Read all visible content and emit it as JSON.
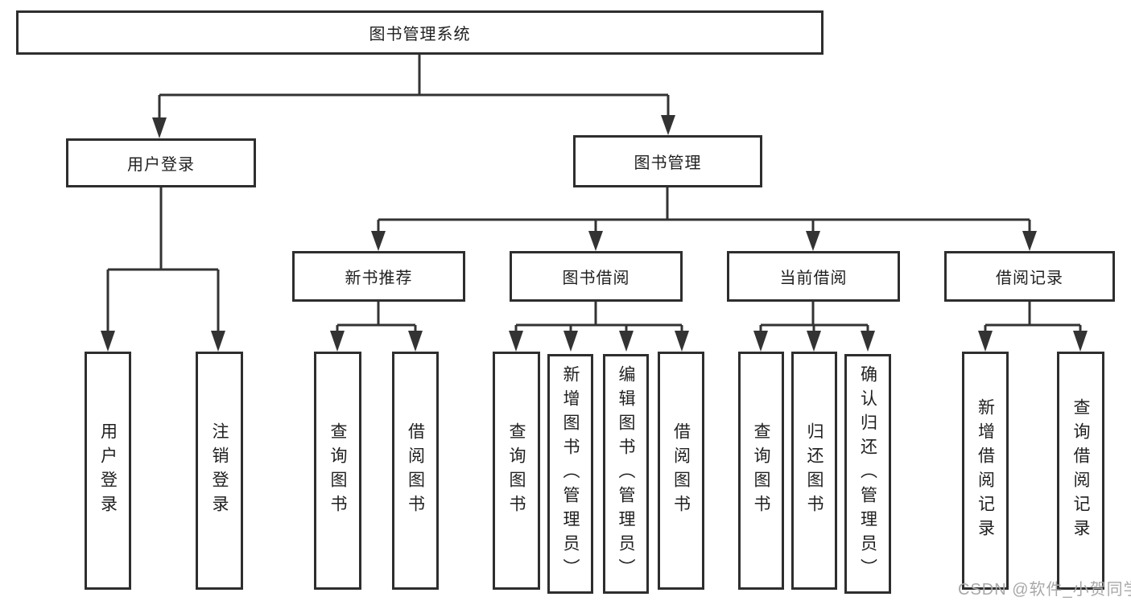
{
  "diagram": {
    "title": "图书管理系统",
    "tree": {
      "label": "图书管理系统",
      "children": [
        {
          "label": "用户登录",
          "children": [
            {
              "label": "用户登录"
            },
            {
              "label": "注销登录"
            }
          ]
        },
        {
          "label": "图书管理",
          "children": [
            {
              "label": "新书推荐",
              "children": [
                {
                  "label": "查询图书"
                },
                {
                  "label": "借阅图书"
                }
              ]
            },
            {
              "label": "图书借阅",
              "children": [
                {
                  "label": "查询图书"
                },
                {
                  "label": "新增图书（管理员）"
                },
                {
                  "label": "编辑图书（管理员）"
                },
                {
                  "label": "借阅图书"
                }
              ]
            },
            {
              "label": "当前借阅",
              "children": [
                {
                  "label": "查询图书"
                },
                {
                  "label": "归还图书"
                },
                {
                  "label": "确认归还（管理员）"
                }
              ]
            },
            {
              "label": "借阅记录",
              "children": [
                {
                  "label": "新增借阅记录"
                },
                {
                  "label": "查询借阅记录"
                }
              ]
            }
          ]
        }
      ]
    },
    "colors": {
      "line": "#333333",
      "box_border": "#2e2e2e",
      "box_fill": "#ffffff",
      "text": "#1f1f1f",
      "background": "#ffffff",
      "watermark": "#a8a8a8"
    }
  },
  "watermark": {
    "text": "CSDN @软件_小贺同学"
  }
}
